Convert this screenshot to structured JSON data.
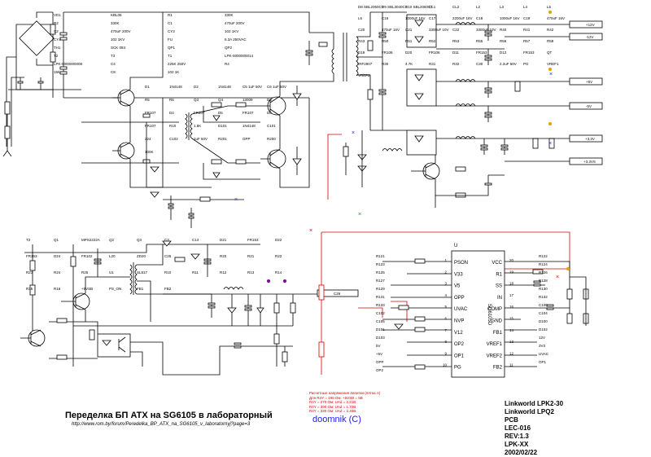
{
  "document": {
    "title": "Переделка БП ATX на SG6105 в лабораторный",
    "url": "http://www.rom.by/forum/Peredelka_BP_ATX_na_SG6105_v_laboratornyj?page=3",
    "author": "doomnik (C)"
  },
  "board_info": [
    "Linkworld LPK2-30",
    "Linkworld LPQ2",
    "PCB",
    "LEC-016",
    "REV:1.3",
    "LPK-XX",
    "2002/02/22"
  ],
  "notes": {
    "heading": "Расчетные напряжения Запитки (пятна А)",
    "lines": [
      "Для R4Y = 190 Ом: +5VSB = 5B",
      "R4Y = 270 Ом: UAd = 2.21B",
      "R4Y = 390 Ом: UAd = 1.72B",
      "R4Y = 330 Ом: UAd = 2.40B"
    ]
  },
  "ic": {
    "ref": "U",
    "name": "SG6105D",
    "left_pins": [
      {
        "num": "1",
        "name": "PSON"
      },
      {
        "num": "2",
        "name": "V33"
      },
      {
        "num": "3",
        "name": "V5"
      },
      {
        "num": "4",
        "name": "OPP"
      },
      {
        "num": "5",
        "name": "UVAC"
      },
      {
        "num": "6",
        "name": "NVP"
      },
      {
        "num": "7",
        "name": "V12"
      },
      {
        "num": "8",
        "name": "OP2"
      },
      {
        "num": "9",
        "name": "OP1"
      },
      {
        "num": "10",
        "name": "PG"
      }
    ],
    "right_pins": [
      {
        "num": "20",
        "name": "VCC"
      },
      {
        "num": "19",
        "name": "R1"
      },
      {
        "num": "18",
        "name": "SS"
      },
      {
        "num": "17",
        "name": "IN"
      },
      {
        "num": "16",
        "name": "COMP"
      },
      {
        "num": "15",
        "name": "GND"
      },
      {
        "num": "14",
        "name": "FB1"
      },
      {
        "num": "13",
        "name": "VREF1"
      },
      {
        "num": "12",
        "name": "VREF2"
      },
      {
        "num": "11",
        "name": "FB2"
      }
    ]
  },
  "outputs": [
    "+12V",
    "-12V",
    "+5V",
    "-5V",
    "+3.3V",
    "+3.3VS"
  ],
  "labels": {
    "primary": [
      "VD1",
      "KBL06",
      "R1",
      "330K",
      "R2",
      "330K",
      "C1",
      "470uF 200V",
      "C2",
      "470uF 200V",
      "CY3",
      "102 1KV",
      "CY4",
      "102 1KV",
      "FU",
      "6.3A 250VAC",
      "TH1",
      "SCK 084",
      "QP1",
      "QP2",
      "T2",
      "T3",
      "T1",
      "LPK-0000000014",
      "LPK-0000000008",
      "C4",
      "225K 250V",
      "R4",
      "15K",
      "C8",
      "102 1K"
    ],
    "driver": [
      "D1",
      "1N4148",
      "D2",
      "1N4148",
      "C5 1uF 50V",
      "C6 1uF 50V",
      "R5",
      "R6",
      "Q3",
      "Q4",
      "13009",
      "D3",
      "FR107",
      "D4",
      "FR107",
      "D5",
      "FR107",
      "D6",
      "FR107",
      "R10",
      "1.5K",
      "D101",
      "1N4148",
      "C101",
      "224",
      "C102",
      "1uF 50V",
      "R201",
      "OPP",
      "R200",
      "100K"
    ],
    "secondary": [
      "D8 SBL2060CT",
      "D9 SBL3040CT",
      "D10 SBL2060CT",
      "CL1",
      "CL2",
      "L2",
      "L3",
      "L4",
      "L5",
      "L6",
      "C16",
      "1000uF 16V",
      "C17",
      "2200uF 16V",
      "C18",
      "1000uF 16V",
      "C19",
      "470uF 16V",
      "C20",
      "470uF 16V",
      "C21",
      "3300uF 10V",
      "C22",
      "3300uF 10V",
      "R40",
      "R41",
      "R42",
      "R43",
      "R50",
      "R51",
      "R52",
      "R53",
      "R55",
      "R56",
      "R57",
      "R58",
      "D19",
      "FR106",
      "D20",
      "FR106",
      "D11",
      "FR153",
      "D12",
      "FR153",
      "QT",
      "IRF2907",
      "R30",
      "4.7K",
      "R31",
      "R32",
      "C30",
      "2.2uF 50V",
      "PG",
      "VREF1",
      "VREF2"
    ],
    "standby": [
      "T2",
      "Q1",
      "MPS2222A",
      "Q2",
      "Q3",
      "C3",
      "C14",
      "D21",
      "FR153",
      "D22",
      "FR153",
      "D24",
      "FR102",
      "L20",
      "ZD20",
      "C25",
      "C26",
      "R20",
      "R21",
      "R22",
      "R23",
      "R24",
      "R25",
      "U1",
      "SL817",
      "R10",
      "R11",
      "R12",
      "R13",
      "R14",
      "R15",
      "R16",
      "+5VSB",
      "PS_ON",
      "FB1",
      "FB2"
    ],
    "ic_periph": [
      "R121",
      "R122",
      "R123",
      "R124",
      "R125",
      "R126",
      "R127",
      "R128",
      "R129",
      "R130",
      "R131",
      "R132",
      "R133",
      "C100",
      "C102",
      "C104",
      "C105",
      "D100",
      "D101",
      "D102",
      "D103",
      "12V",
      "5V",
      "3V3",
      "+5V",
      "UVAC",
      "OPP",
      "OP1",
      "OP2"
    ]
  },
  "accent_colors": {
    "wire_modified": "#d40000",
    "author": "#1a1aff",
    "marker_green": "#00a000",
    "marker_orange": "#e8a000",
    "marker_purple": "#8000a0"
  }
}
